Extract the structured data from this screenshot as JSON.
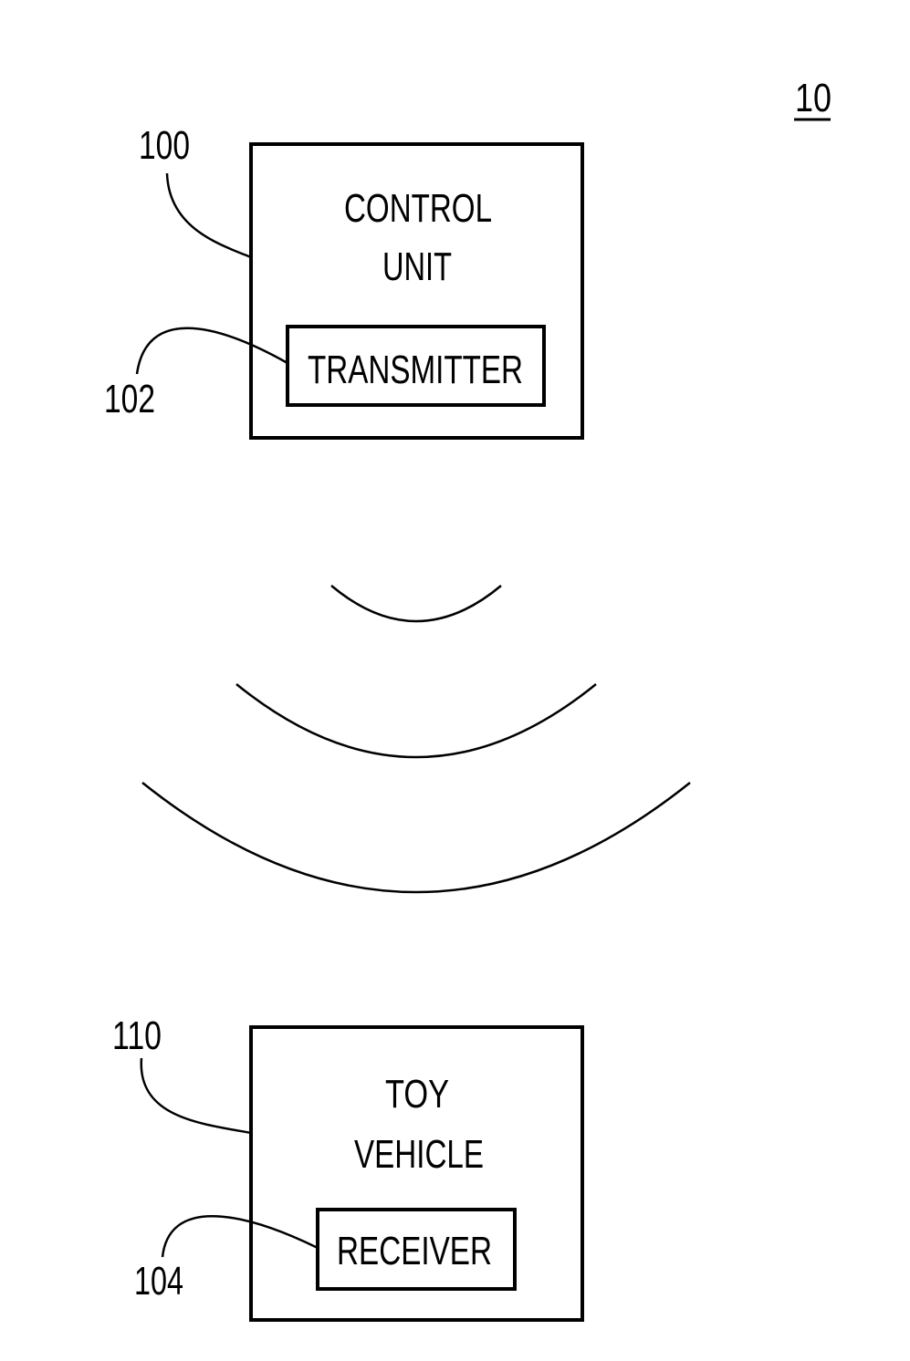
{
  "figure_number": "10",
  "control_unit": {
    "ref": "100",
    "label_line1": "CONTROL",
    "label_line2": "UNIT",
    "transmitter": {
      "ref": "102",
      "label": "TRANSMITTER"
    }
  },
  "toy_vehicle": {
    "ref": "110",
    "label_line1": "TOY",
    "label_line2": "VEHICLE",
    "receiver": {
      "ref": "104",
      "label": "RECEIVER"
    }
  },
  "colors": {
    "stroke": "#000000",
    "background": "#ffffff"
  }
}
